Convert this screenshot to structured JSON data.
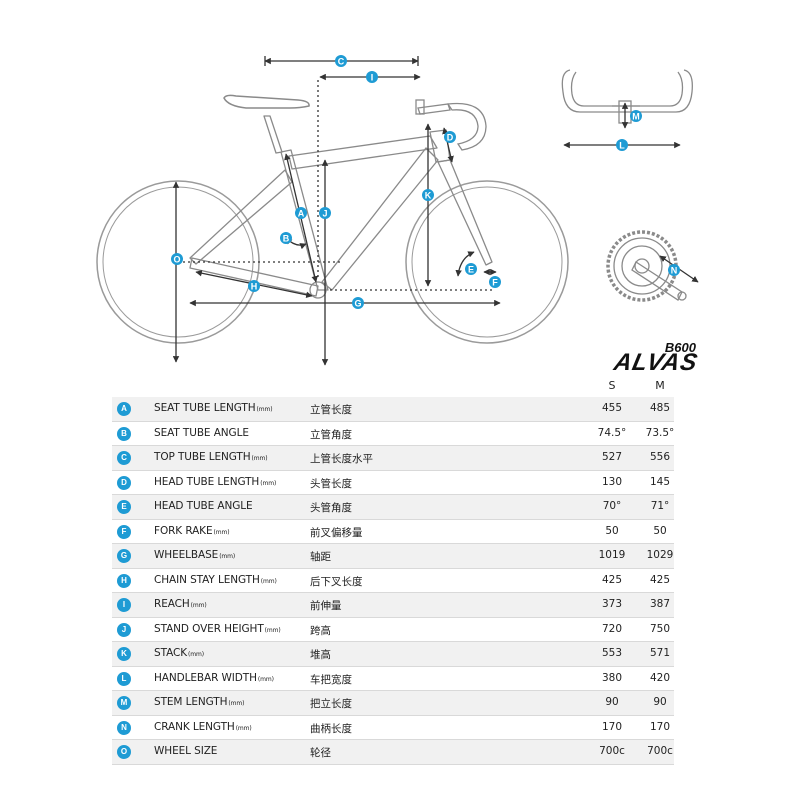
{
  "model": {
    "number": "B600",
    "name": "ALVAS"
  },
  "size_headers": [
    "S",
    "M"
  ],
  "dimension_letters": [
    "A",
    "B",
    "C",
    "D",
    "E",
    "F",
    "G",
    "H",
    "I",
    "J",
    "K",
    "L",
    "M",
    "N",
    "O"
  ],
  "specs": [
    {
      "letter": "A",
      "name": "SEAT TUBE LENGTH",
      "unit": "(mm)",
      "cn": "立管长度",
      "s": "455",
      "m": "485"
    },
    {
      "letter": "B",
      "name": "SEAT TUBE ANGLE",
      "unit": "",
      "cn": "立管角度",
      "s": "74.5°",
      "m": "73.5°"
    },
    {
      "letter": "C",
      "name": "TOP TUBE LENGTH",
      "unit": "(mm)",
      "cn": "上管长度水平",
      "s": "527",
      "m": "556"
    },
    {
      "letter": "D",
      "name": "HEAD TUBE LENGTH",
      "unit": "(mm)",
      "cn": "头管长度",
      "s": "130",
      "m": "145"
    },
    {
      "letter": "E",
      "name": "HEAD TUBE ANGLE",
      "unit": "",
      "cn": "头管角度",
      "s": "70°",
      "m": "71°"
    },
    {
      "letter": "F",
      "name": "FORK RAKE",
      "unit": "(mm)",
      "cn": "前叉偏移量",
      "s": "50",
      "m": "50"
    },
    {
      "letter": "G",
      "name": "WHEELBASE",
      "unit": "(mm)",
      "cn": "轴距",
      "s": "1019",
      "m": "1029"
    },
    {
      "letter": "H",
      "name": "CHAIN STAY LENGTH",
      "unit": "(mm)",
      "cn": "后下叉长度",
      "s": "425",
      "m": "425"
    },
    {
      "letter": "I",
      "name": "REACH",
      "unit": "(mm)",
      "cn": "前伸量",
      "s": "373",
      "m": "387"
    },
    {
      "letter": "J",
      "name": "STAND OVER HEIGHT",
      "unit": "(mm)",
      "cn": "跨高",
      "s": "720",
      "m": "750"
    },
    {
      "letter": "K",
      "name": "STACK",
      "unit": "(mm)",
      "cn": "堆高",
      "s": "553",
      "m": "571"
    },
    {
      "letter": "L",
      "name": "HANDLEBAR WIDTH",
      "unit": "(mm)",
      "cn": "车把宽度",
      "s": "380",
      "m": "420"
    },
    {
      "letter": "M",
      "name": "STEM LENGTH",
      "unit": "(mm)",
      "cn": "把立长度",
      "s": "90",
      "m": "90"
    },
    {
      "letter": "N",
      "name": "CRANK LENGTH",
      "unit": "(mm)",
      "cn": "曲柄长度",
      "s": "170",
      "m": "170"
    },
    {
      "letter": "O",
      "name": "WHEEL SIZE",
      "unit": "",
      "cn": "轮径",
      "s": "700c",
      "m": "700c"
    }
  ],
  "colors": {
    "accent": "#1e9bd4",
    "frame_outline": "#8a8a8a",
    "dimension_line": "#333333",
    "row_shade": "#f1f1f1"
  }
}
